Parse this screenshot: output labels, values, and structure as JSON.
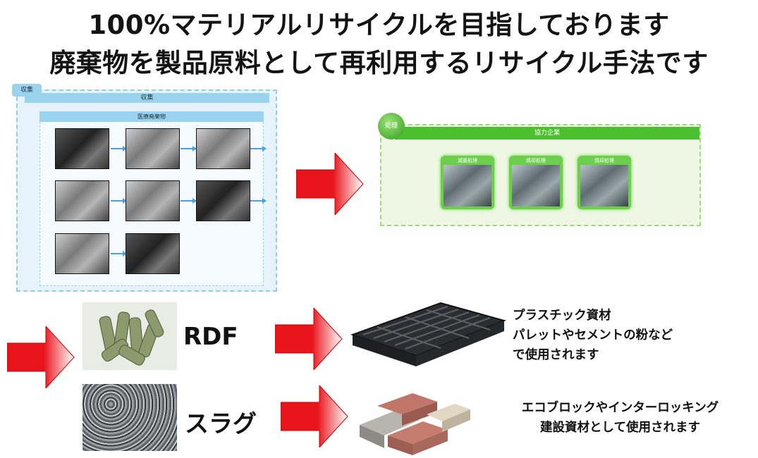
{
  "title": {
    "line1": "100%マテリアルリサイクルを目指しております",
    "line2": "廃棄物を製品原料として再利用するリサイクル手法です"
  },
  "collection": {
    "tag": "収集",
    "header": "収集",
    "subheader": "医療廃棄物"
  },
  "processing": {
    "tag": "処理",
    "header": "協力企業",
    "cards": [
      "減菌処理",
      "焼却処理",
      "焼却処理"
    ]
  },
  "products": {
    "rdf": {
      "label": "RDF",
      "description": [
        "プラスチック資材",
        "パレットやセメントの粉など",
        "で使用されます"
      ]
    },
    "slag": {
      "label": "スラグ",
      "description": [
        "エコブロックやインターロッキング",
        "建設資材として使用されます"
      ]
    }
  },
  "colors": {
    "arrow_red": "#e8141c",
    "collection_blue": "#9ad3ee",
    "processing_green": "#4bbf2e"
  }
}
